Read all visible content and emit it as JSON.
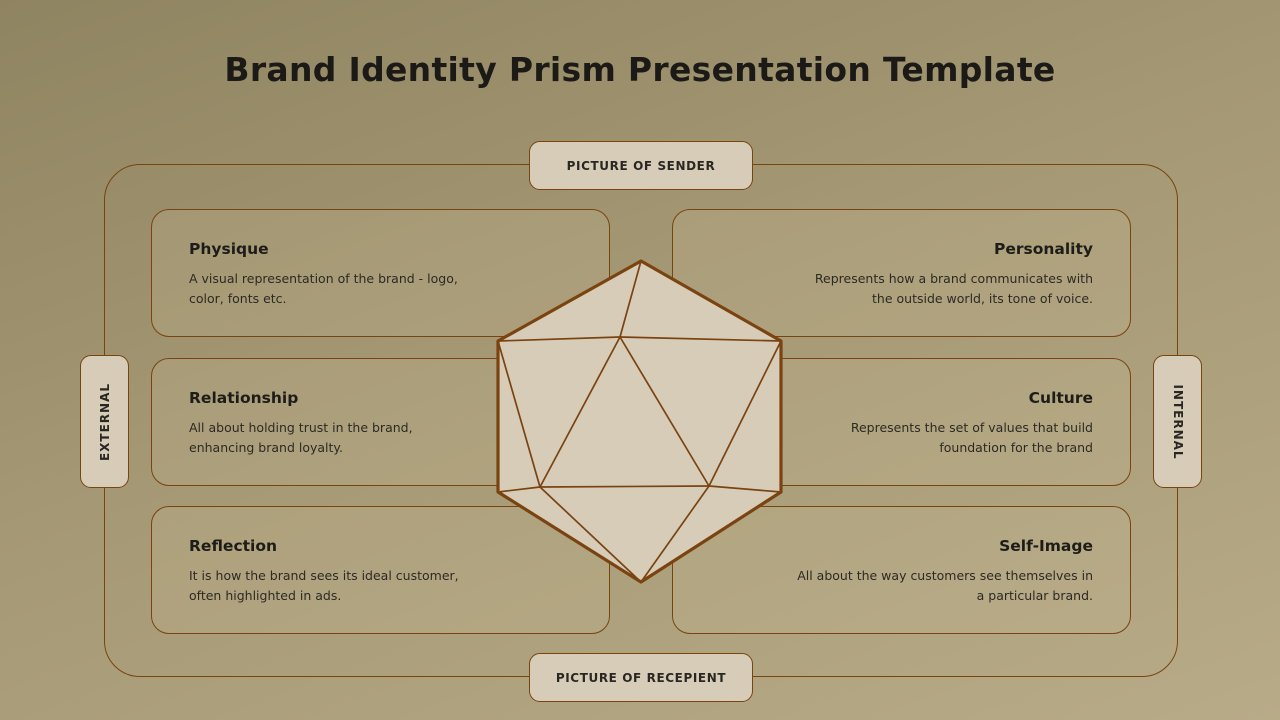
{
  "title": "Brand Identity Prism Presentation Template",
  "labels": {
    "top": "PICTURE OF SENDER",
    "bottom": "PICTURE OF RECEPIENT",
    "left": "EXTERNAL",
    "right": "INTERNAL"
  },
  "cards": {
    "physique": {
      "title": "Physique",
      "line1": "A visual representation of the brand - logo,",
      "line2": "color, fonts etc."
    },
    "personality": {
      "title": "Personality",
      "line1": "Represents how a brand communicates with",
      "line2": "the outside world, its tone of voice."
    },
    "relationship": {
      "title": "Relationship",
      "line1": "All about holding trust in the brand,",
      "line2": "enhancing brand loyalty."
    },
    "culture": {
      "title": "Culture",
      "line1": "Represents the set of values that build",
      "line2": "foundation for the brand"
    },
    "reflection": {
      "title": "Reflection",
      "line1": "It is how the brand sees its ideal customer,",
      "line2": "often highlighted in ads."
    },
    "self_image": {
      "title": "Self-Image",
      "line1": "All about the way customers see themselves in",
      "line2": "a particular brand."
    }
  },
  "colors": {
    "accent": "#7a4310",
    "pill_fill": "#d6ccb8",
    "prism_fill": "#d6ccb8",
    "title_text": "#1b1a17"
  },
  "icons": {
    "center": "icosahedron-prism-icon"
  }
}
